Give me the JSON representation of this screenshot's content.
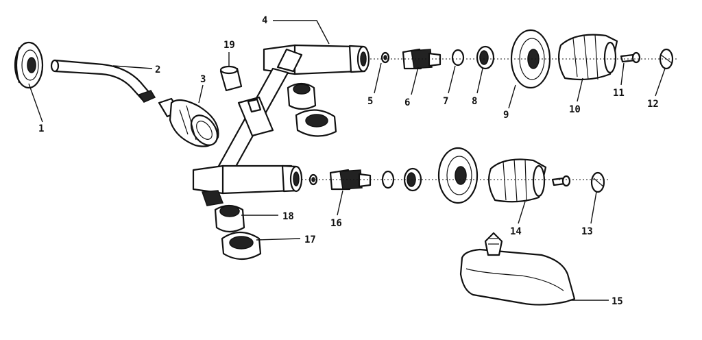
{
  "callouts": {
    "p1": "1",
    "p2": "2",
    "p3": "3",
    "p4": "4",
    "p5": "5",
    "p6": "6",
    "p7": "7",
    "p8": "8",
    "p9": "9",
    "p10": "10",
    "p11": "11",
    "p12": "12",
    "p13": "13",
    "p14": "14",
    "p15": "15",
    "p16": "16",
    "p17": "17",
    "p18": "18",
    "p19": "19"
  },
  "colors": {
    "ink": "#111111",
    "paper": "#ffffff"
  }
}
